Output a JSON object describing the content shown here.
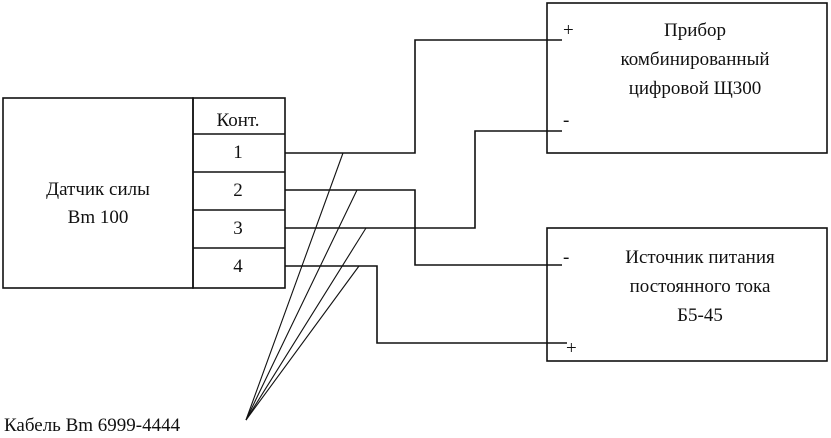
{
  "sensor": {
    "label_line1": "Датчик силы",
    "label_line2": "Bm 100"
  },
  "contacts": {
    "header": "Конт.",
    "pins": [
      "1",
      "2",
      "3",
      "4"
    ]
  },
  "meter": {
    "line1": "Прибор",
    "line2": "комбинированный",
    "line3": "цифровой Щ300",
    "plus": "+",
    "minus": "-"
  },
  "power_supply": {
    "line1": "Источник питания",
    "line2": "постоянного тока",
    "line3": "Б5-45",
    "minus": "-",
    "plus": "+"
  },
  "cable": {
    "label": "Кабель Bm 6999-4444"
  }
}
